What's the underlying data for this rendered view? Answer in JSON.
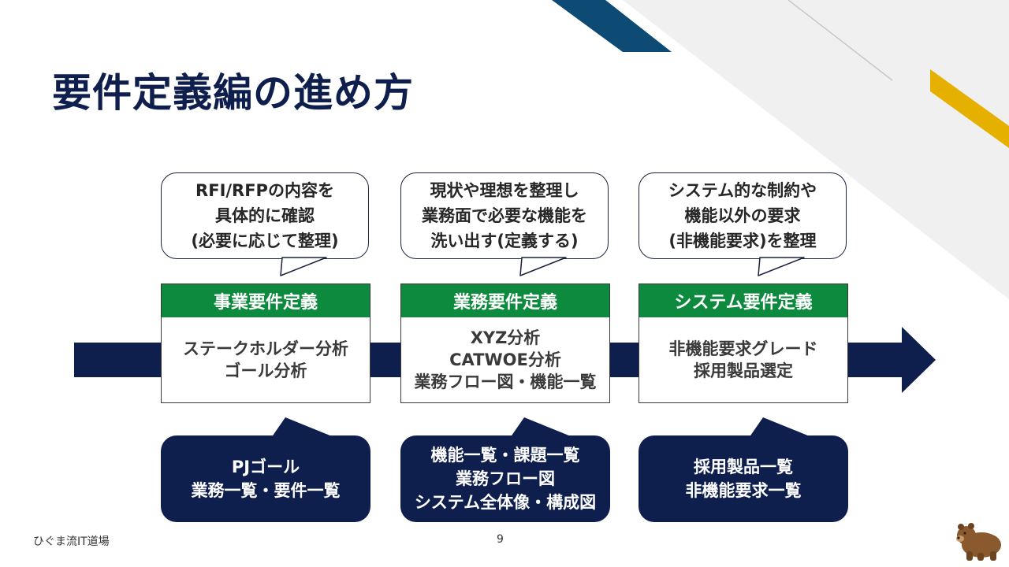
{
  "slide": {
    "title": "要件定義編の進め方",
    "footer_left": "ひぐま流IT道場",
    "page_number": "9"
  },
  "colors": {
    "navy": "#0f1f4d",
    "green": "#0e8a3e",
    "yellow": "#e5b000",
    "deco_blue": "#0d4a74"
  },
  "steps": [
    {
      "bubble_lines": [
        "RFI/RFPの内容を",
        "具体的に確認",
        "(必要に応じて整理)"
      ],
      "header": "事業要件定義",
      "body_lines": [
        "ステークホルダー分析",
        "ゴール分析"
      ],
      "output_lines": [
        "PJゴール",
        "業務一覧・要件一覧"
      ]
    },
    {
      "bubble_lines": [
        "現状や理想を整理し",
        "業務面で必要な機能を",
        "洗い出す(定義する)"
      ],
      "header": "業務要件定義",
      "body_lines": [
        "XYZ分析",
        "CATWOE分析",
        "業務フロー図・機能一覧"
      ],
      "output_lines": [
        "機能一覧・課題一覧",
        "業務フロー図",
        "システム全体像・構成図"
      ]
    },
    {
      "bubble_lines": [
        "システム的な制約や",
        "機能以外の要求",
        "(非機能要求)を整理"
      ],
      "header": "システム要件定義",
      "body_lines": [
        "非機能要求グレード",
        "採用製品選定"
      ],
      "output_lines": [
        "採用製品一覧",
        "非機能要求一覧"
      ]
    }
  ]
}
